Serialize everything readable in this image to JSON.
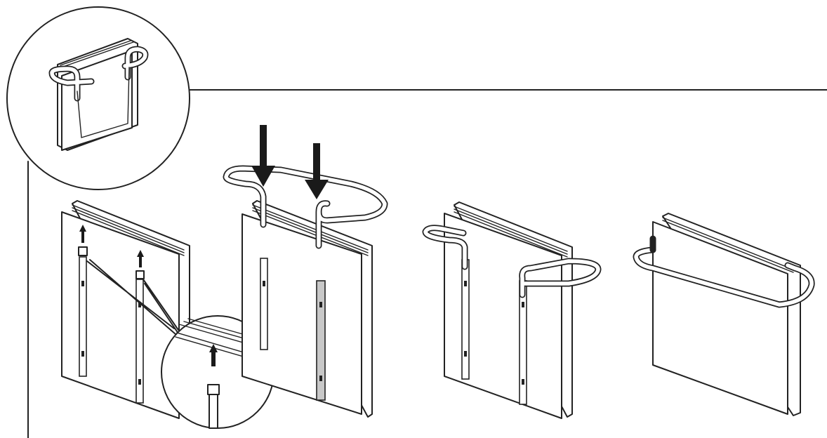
{
  "diagram": {
    "kind": "assembly-instructions",
    "steps_shown": 4,
    "colors": {
      "line": "#222222",
      "background": "#ffffff",
      "arrow": "#1a1a1a",
      "rail_fill": "#c8c8c8"
    },
    "icons": [
      "detail-circle-top",
      "detail-circle-clip",
      "push-down-arrows",
      "small-up-arrows"
    ]
  }
}
